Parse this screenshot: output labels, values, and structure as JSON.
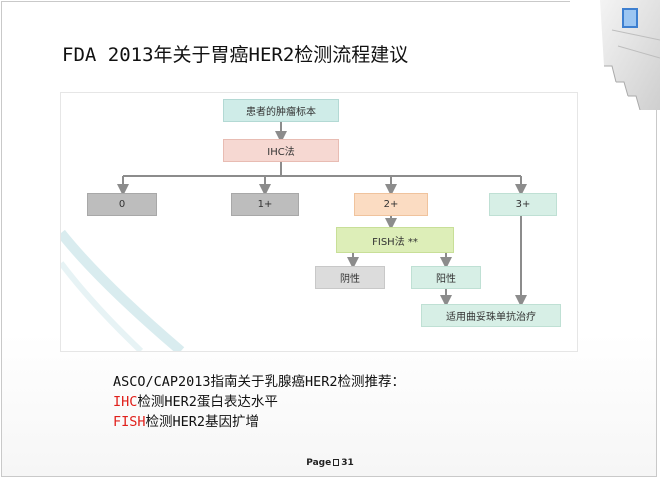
{
  "slide": {
    "title": "FDA 2013年关于胃癌HER2检测流程建议",
    "notes": {
      "line1": "ASCO/CAP2013指南关于乳腺癌HER2检测推荐：",
      "line2_prefix": "IHC",
      "line2_text": "检测HER2蛋白表达水平",
      "line3_prefix": "FISH",
      "line3_text": "检测HER2基因扩增"
    },
    "page": {
      "prefix": "Page",
      "number": "31"
    }
  },
  "flowchart": {
    "nodes": {
      "specimen": "患者的肿瘤标本",
      "ihc": "IHC法",
      "score0": "0",
      "score1": "1+",
      "score2": "2+",
      "score3": "3+",
      "fish": "FISH法 **",
      "negative": "阴性",
      "positive": "阳性",
      "treatment": "适用曲妥珠单抗治疗"
    }
  },
  "colors": {
    "highlight_red": "#e0201b",
    "node_green": "#cfece8",
    "node_pink": "#f6d8d2",
    "node_gray": "#bdbdbd",
    "node_peach": "#fbdcc2",
    "node_lime": "#ddeeb8",
    "node_mint": "#d7efe6",
    "connector": "#8c8c8c"
  }
}
